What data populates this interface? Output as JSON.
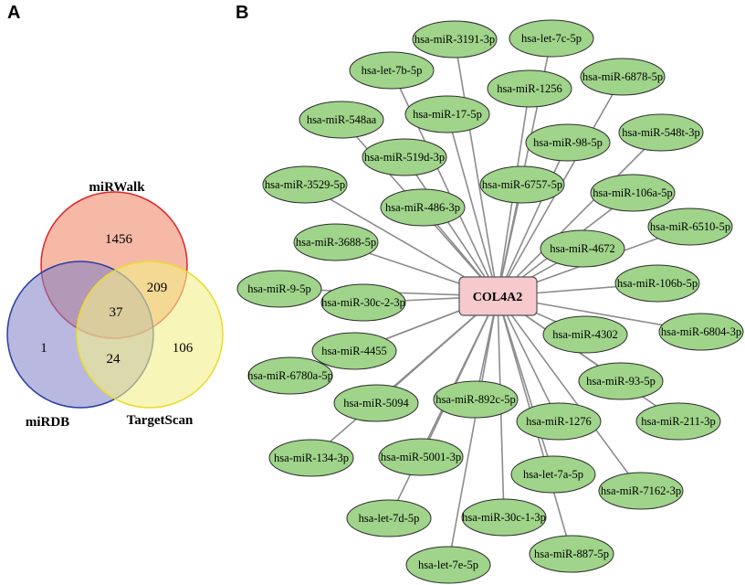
{
  "panels": {
    "a": "A",
    "b": "B"
  },
  "venn": {
    "sets": [
      {
        "name": "miRWalk",
        "fill": "#ef8a6a",
        "stroke": "#e1262b"
      },
      {
        "name": "miRDB",
        "fill": "#7e7ec6",
        "stroke": "#2a3fa0"
      },
      {
        "name": "TargetScan",
        "fill": "#f4ee8a",
        "stroke": "#e8dc2a"
      }
    ],
    "regions": {
      "mirwalk_only": "1456",
      "mirdb_only": "1",
      "targetscan_only": "106",
      "mirwalk_targetscan": "209",
      "mirdb_targetscan": "24",
      "all_three": "37"
    }
  },
  "network": {
    "hub": {
      "label": "COL4A2",
      "fill": "#f6c9cc",
      "stroke": "#555555"
    },
    "node_fill": "#9fd48a",
    "edge_color": "#8c8c8c",
    "nodes": [
      "hsa-miR-3191-3p",
      "hsa-let-7c-5p",
      "hsa-let-7b-5p",
      "hsa-miR-1256",
      "hsa-miR-6878-5p",
      "hsa-miR-548aa",
      "hsa-miR-17-5p",
      "hsa-miR-548t-3p",
      "hsa-miR-98-5p",
      "hsa-miR-519d-3p",
      "hsa-miR-3529-5p",
      "hsa-miR-6757-5p",
      "hsa-miR-106a-5p",
      "hsa-miR-486-3p",
      "hsa-miR-6510-5p",
      "hsa-miR-3688-5p",
      "hsa-miR-4672",
      "hsa-miR-9-5p",
      "hsa-miR-106b-5p",
      "hsa-miR-30c-2-3p",
      "hsa-miR-4302",
      "hsa-miR-6804-3p",
      "hsa-miR-4455",
      "hsa-miR-6780a-5p",
      "hsa-miR-93-5p",
      "hsa-miR-5094",
      "hsa-miR-892c-5p",
      "hsa-miR-211-3p",
      "hsa-miR-1276",
      "hsa-miR-134-3p",
      "hsa-miR-5001-3p",
      "hsa-let-7a-5p",
      "hsa-miR-7162-3p",
      "hsa-let-7d-5p",
      "hsa-miR-30c-1-3p",
      "hsa-miR-887-5p",
      "hsa-let-7e-5p"
    ]
  }
}
